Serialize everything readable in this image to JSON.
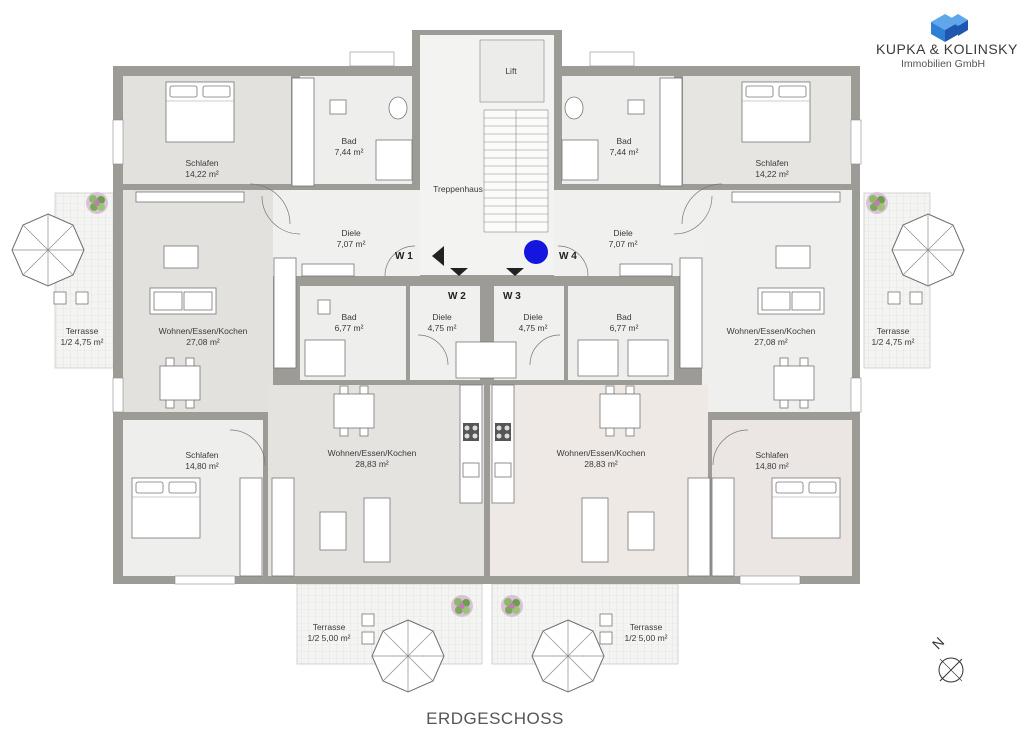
{
  "company": {
    "name": "KUPKA & KOLINSKY",
    "subtitle": "Immobilien GmbH",
    "logo_colors": [
      "#2f7fd6",
      "#1f56b0",
      "#5fa6ea"
    ]
  },
  "floor_title": "ERDGESCHOSS",
  "north_label": "N",
  "marker_color": "#1515e0",
  "stair_label": "Treppenhaus",
  "lift_label": "Lift",
  "units": [
    "W 1",
    "W 2",
    "W 3",
    "W 4"
  ],
  "rooms": {
    "w1": {
      "bedroom": {
        "name": "Schlafen",
        "area": "14,22 m²"
      },
      "bath": {
        "name": "Bad",
        "area": "7,44 m²"
      },
      "hall": {
        "name": "Diele",
        "area": "7,07 m²"
      },
      "living": {
        "name": "Wohnen/Essen/Kochen",
        "area": "27,08 m²"
      },
      "terrace": {
        "name": "Terrasse",
        "area": "1/2 4,75 m²"
      }
    },
    "w2": {
      "bath": {
        "name": "Bad",
        "area": "6,77 m²"
      },
      "hall": {
        "name": "Diele",
        "area": "4,75 m²"
      },
      "bedroom": {
        "name": "Schlafen",
        "area": "14,80 m²"
      },
      "living": {
        "name": "Wohnen/Essen/Kochen",
        "area": "28,83 m²"
      },
      "terrace": {
        "name": "Terrasse",
        "area": "1/2 5,00 m²"
      }
    },
    "w3": {
      "hall": {
        "name": "Diele",
        "area": "4,75 m²"
      },
      "bath": {
        "name": "Bad",
        "area": "6,77 m²"
      },
      "living": {
        "name": "Wohnen/Essen/Kochen",
        "area": "28,83 m²"
      },
      "bedroom": {
        "name": "Schlafen",
        "area": "14,80 m²"
      },
      "terrace": {
        "name": "Terrasse",
        "area": "1/2 5,00 m²"
      }
    },
    "w4": {
      "bath": {
        "name": "Bad",
        "area": "7,44 m²"
      },
      "bedroom": {
        "name": "Schlafen",
        "area": "14,22 m²"
      },
      "hall": {
        "name": "Diele",
        "area": "7,07 m²"
      },
      "living": {
        "name": "Wohnen/Essen/Kochen",
        "area": "27,08 m²"
      },
      "terrace": {
        "name": "Terrasse",
        "area": "1/2 4,75 m²"
      }
    }
  }
}
